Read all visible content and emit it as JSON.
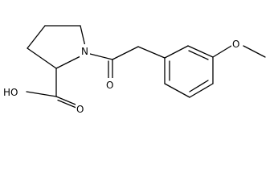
{
  "molecule": {
    "atoms": [
      {
        "id": "N",
        "label": "N"
      },
      {
        "id": "O_ketone",
        "label": "O"
      },
      {
        "id": "O_acid_OH",
        "label": "HO"
      },
      {
        "id": "O_acid_dbl",
        "label": "O"
      },
      {
        "id": "O_methoxy",
        "label": "O"
      }
    ]
  },
  "colors": {
    "bond": "#000000",
    "text": "#000000",
    "background": "#ffffff"
  }
}
